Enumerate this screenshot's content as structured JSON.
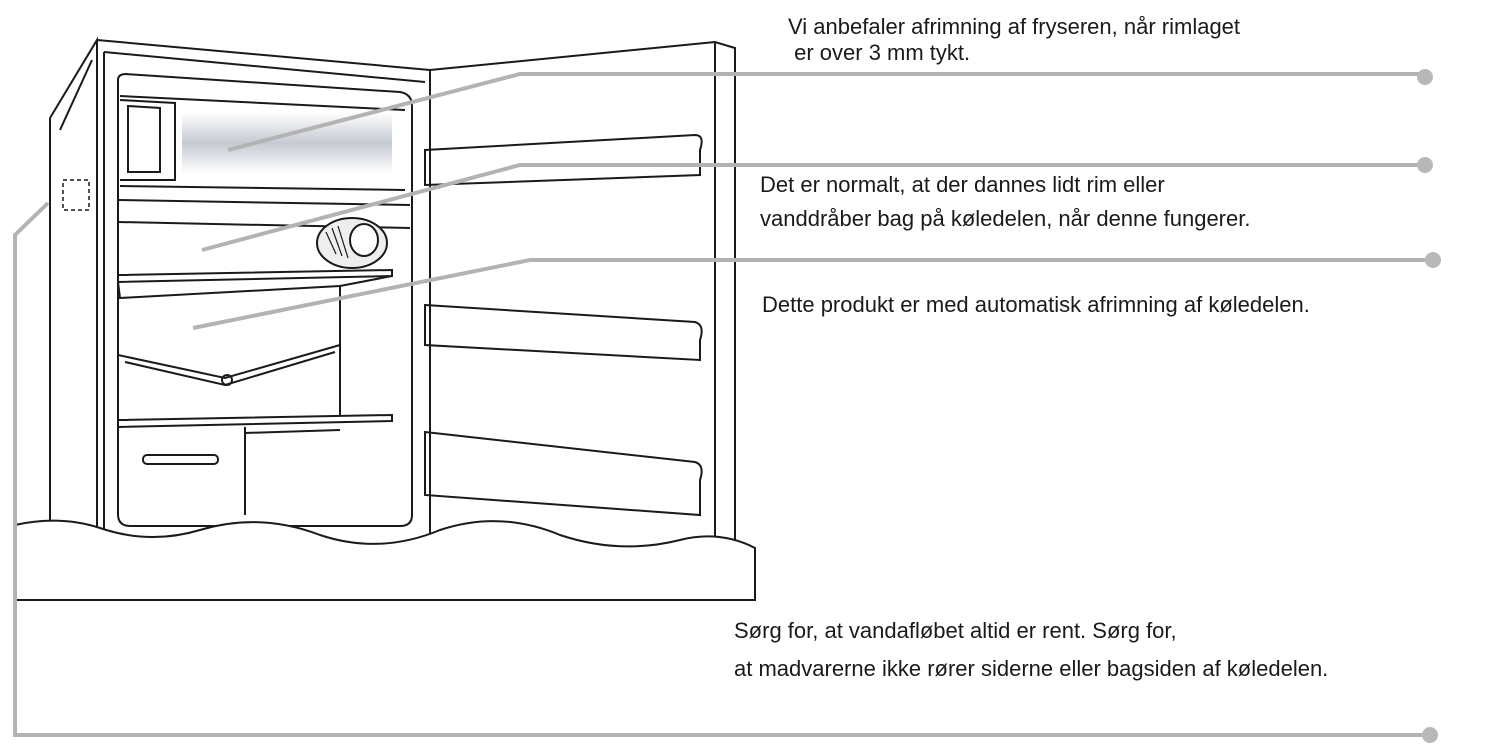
{
  "annotations": [
    {
      "id": "freezer-defrost",
      "lines": [
        "Vi anbefaler afrimning af fryseren, når rimlaget",
        " er over 3 mm tykt."
      ]
    },
    {
      "id": "frost-normal",
      "lines": [
        "Det er normalt, at der dannes lidt rim eller",
        "vanddråber bag på køledelen, når denne fungerer."
      ]
    },
    {
      "id": "auto-defrost",
      "lines": [
        "Dette produkt er med automatisk afrimning af køledelen."
      ]
    },
    {
      "id": "drain-clean",
      "lines": [
        "Sørg for, at vandafløbet altid er rent. Sørg for,",
        "at madvarerne ikke rører siderne eller bagsiden af køledelen."
      ]
    }
  ],
  "colors": {
    "outline": "#1a1a1a",
    "leader": "#b3b3b3",
    "dot": "#b8b8b8",
    "frost_glow": "#c9ced6"
  }
}
